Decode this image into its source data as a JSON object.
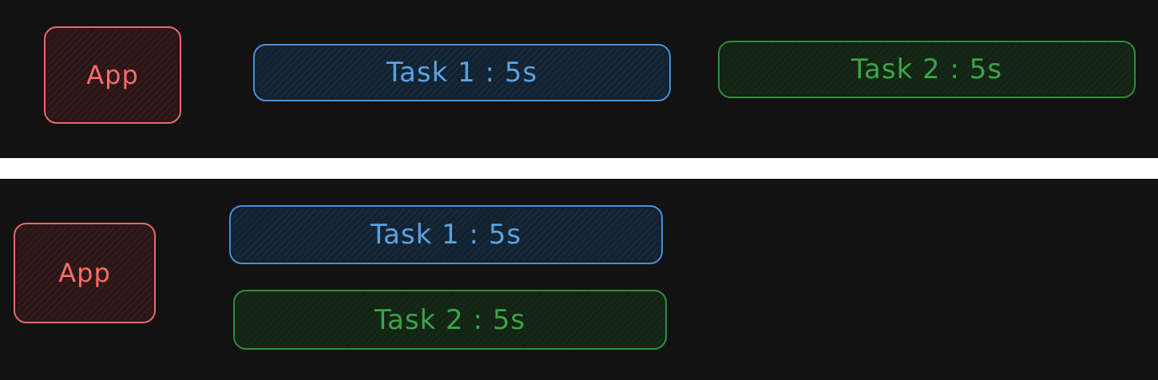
{
  "sequential": {
    "app": {
      "label": "App"
    },
    "tasks": [
      {
        "label": "Task 1 : 5s"
      },
      {
        "label": "Task 2 : 5s"
      }
    ]
  },
  "concurrent": {
    "app": {
      "label": "App"
    },
    "tasks": [
      {
        "label": "Task 1 : 5s"
      },
      {
        "label": "Task 2 : 5s"
      }
    ]
  },
  "colors": {
    "background": "#121212",
    "divider": "#ffffff",
    "app": "#ff6b6b",
    "task1": "#5aa2e6",
    "task2": "#3aa648"
  }
}
